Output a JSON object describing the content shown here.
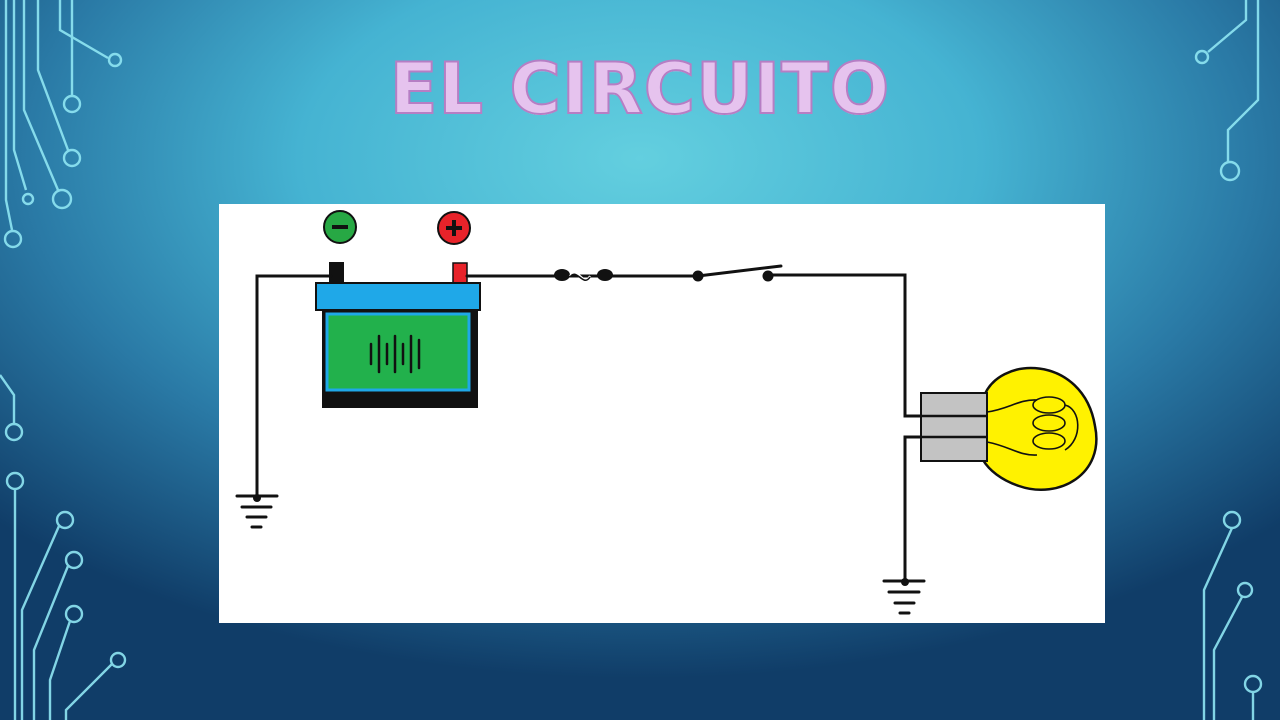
{
  "slide": {
    "title": "EL CIRCUITO"
  },
  "colors": {
    "title_fill": "#e6c3ee",
    "title_stroke": "#b67ec4",
    "battery_body": "#22b14c",
    "battery_cap": "#1fa8e8",
    "negative_terminal": "#27a844",
    "positive_terminal": "#e8232a",
    "bulb_glass": "#fff200",
    "bulb_base": "#c3c3c3",
    "circuit_lines": "#000000",
    "decoration_lines": "#8fe6f3"
  },
  "diagram": {
    "components": [
      "battery",
      "fuse",
      "switch",
      "lamp",
      "ground",
      "ground"
    ],
    "battery": {
      "negative_symbol": "−",
      "positive_symbol": "+"
    },
    "switch": {
      "state": "open"
    }
  }
}
